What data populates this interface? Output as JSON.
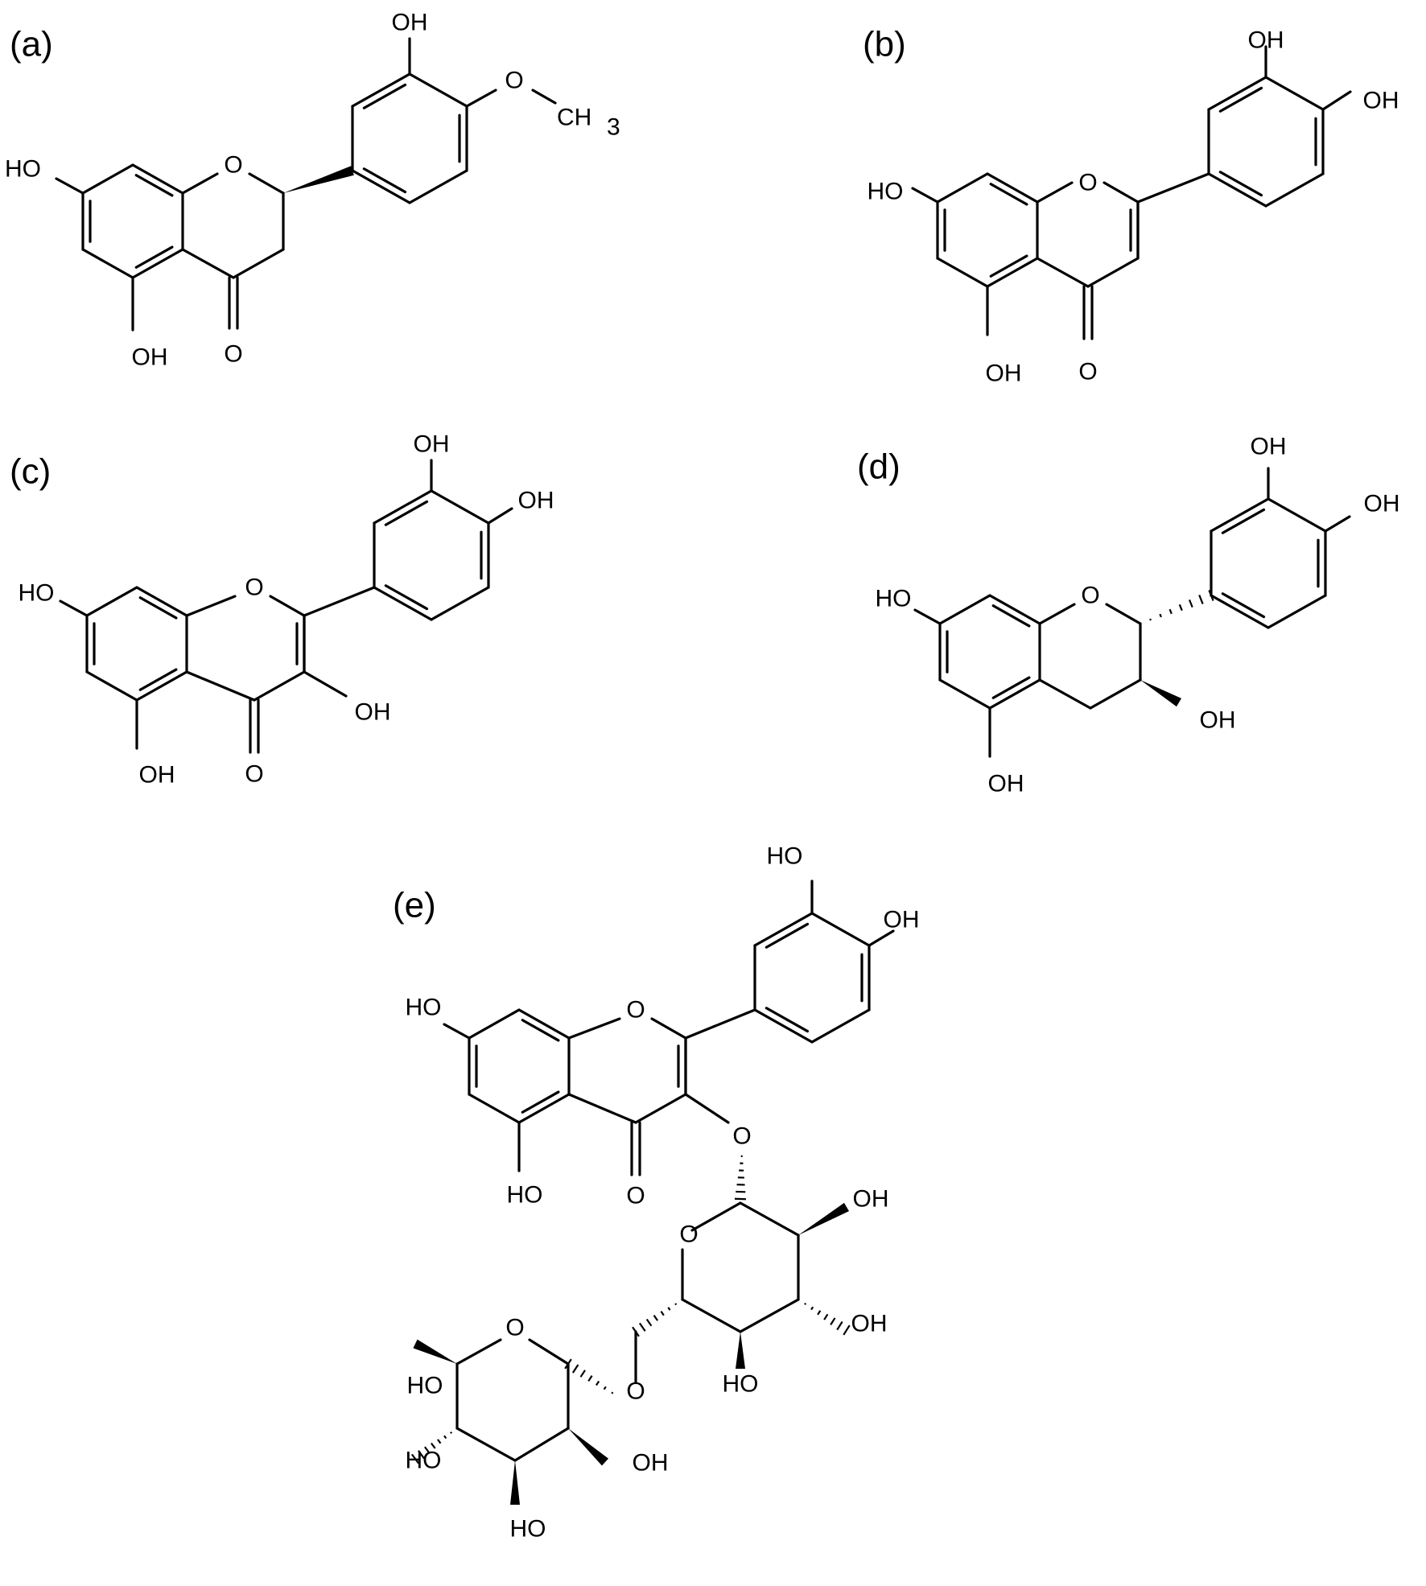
{
  "panels": [
    {
      "key": "a",
      "label": "(a)",
      "atom_labels": [
        "OH",
        "O",
        "CH",
        "3",
        "HO",
        "O",
        "OH",
        "O"
      ]
    },
    {
      "key": "b",
      "label": "(b)",
      "atom_labels": [
        "OH",
        "OH",
        "HO",
        "O",
        "OH",
        "O"
      ]
    },
    {
      "key": "c",
      "label": "(c)",
      "atom_labels": [
        "OH",
        "OH",
        "HO",
        "O",
        "OH",
        "OH",
        "O"
      ]
    },
    {
      "key": "d",
      "label": "(d)",
      "atom_labels": [
        "OH",
        "OH",
        "HO",
        "O",
        "OH",
        "OH"
      ]
    },
    {
      "key": "e",
      "label": "(e)",
      "atom_labels": [
        "HO",
        "OH",
        "HO",
        "O",
        "O",
        "HO",
        "O",
        "O",
        "OH",
        "OH",
        "HO",
        "O",
        "HO",
        "O",
        "HO",
        "OH",
        "HO"
      ]
    }
  ]
}
